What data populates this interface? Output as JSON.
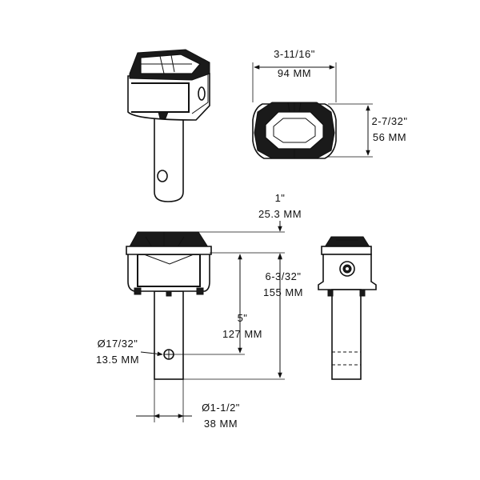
{
  "dimensions": {
    "top_width": {
      "imperial": "3-11/16\"",
      "metric": "94 MM"
    },
    "top_height": {
      "imperial": "2-7/32\"",
      "metric": "56 MM"
    },
    "cap_height": {
      "imperial": "1\"",
      "metric": "25.3 MM"
    },
    "overall_height": {
      "imperial": "6-3/32\"",
      "metric": "155 MM"
    },
    "hole_position": {
      "imperial": "5\"",
      "metric": "127 MM"
    },
    "hole_diameter": {
      "imperial": "Ø17/32\"",
      "metric": "13.5 MM"
    },
    "tube_diameter": {
      "imperial": "Ø1-1/2\"",
      "metric": "38 MM"
    }
  }
}
